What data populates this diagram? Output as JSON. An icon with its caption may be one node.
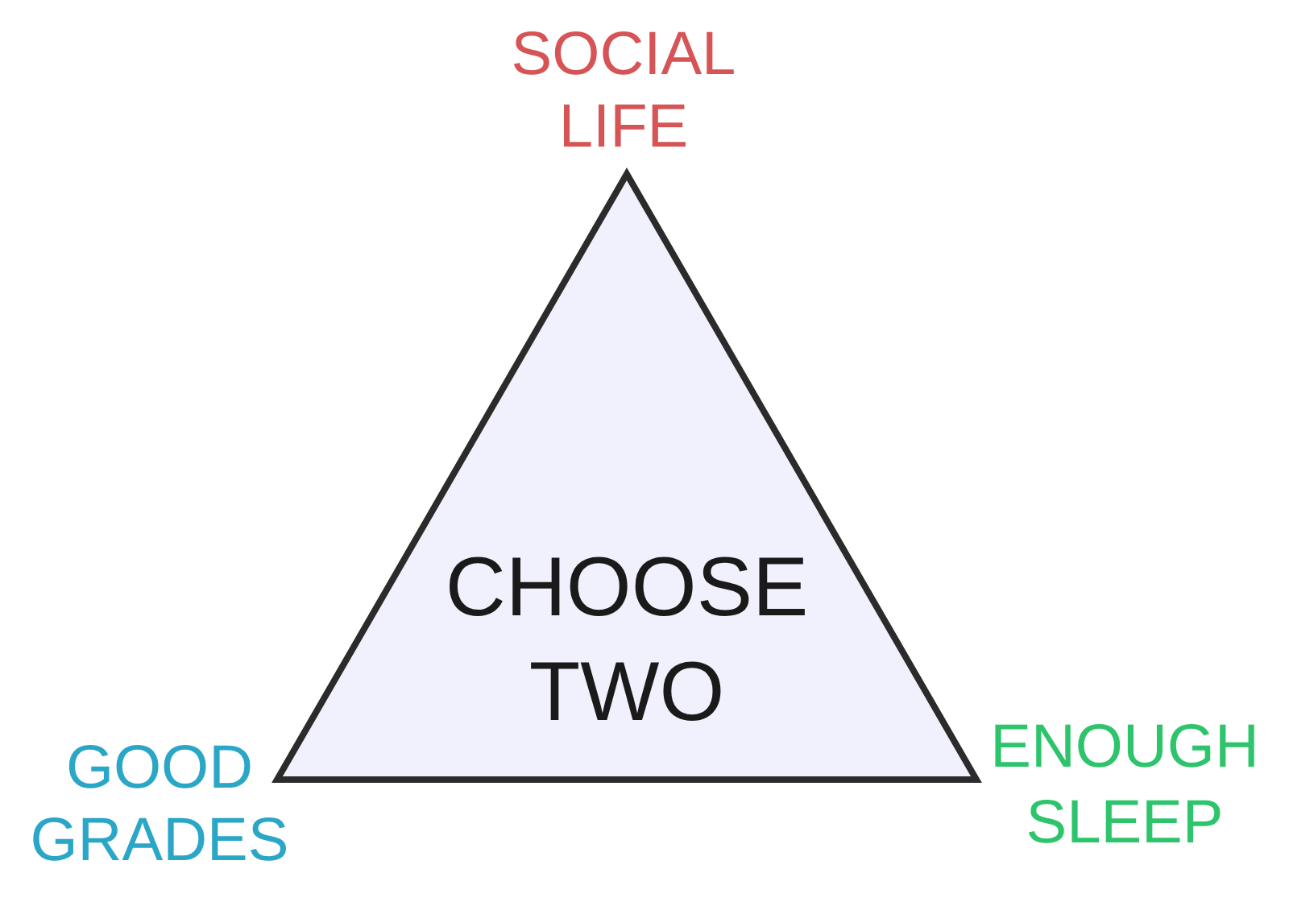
{
  "diagram": {
    "nodes": [
      {
        "text": [
          "CHOOSE TWO"
        ]
      }
    ],
    "labels": [
      "SOCIAL LIFE",
      "GOOD GRADES",
      "ENOUGH SLEEP"
    ]
  }
}
